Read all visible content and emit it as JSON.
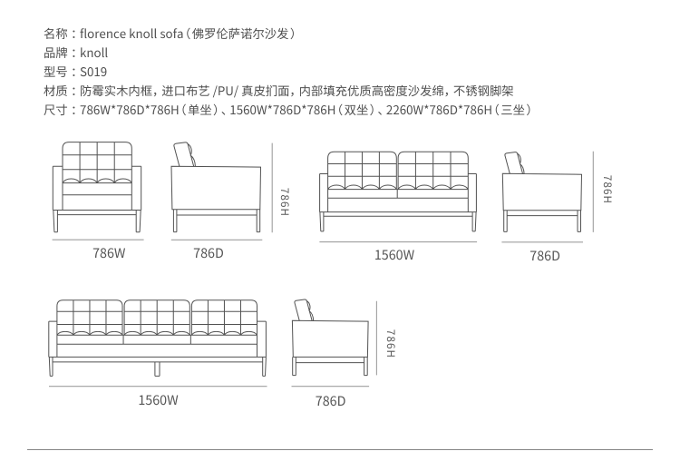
{
  "colors": {
    "background": "#ffffff",
    "spec_text": "#4f4f4f",
    "line_art": "#525252",
    "dimension_line": "#9f9f9f",
    "dimension_text": "#555555",
    "divider": "#858585"
  },
  "spec": {
    "rows": [
      {
        "label": "名称：",
        "value": "florence knoll sofa（佛罗伦萨诺尔沙发）"
      },
      {
        "label": "品牌：",
        "value": "knoll"
      },
      {
        "label": "型号：",
        "value": "S019"
      },
      {
        "label": "材质：",
        "value": "防霉实木内框，进口布艺 /PU/ 真皮扪面，内部填充优质高密度沙发绵，不锈钢脚架"
      },
      {
        "label": "尺寸：",
        "value": "786W*786D*786H（单坐）、1560W*786D*786H（双坐）、2260W*786D*786H（三坐）"
      }
    ]
  },
  "drawings": {
    "single_seat": {
      "front_width": "786W",
      "side_depth": "786D",
      "height": "786H"
    },
    "two_seat": {
      "front_width": "1560W",
      "side_depth": "786D",
      "height": "786H"
    },
    "three_seat": {
      "front_width": "1560W",
      "side_depth": "786D",
      "height": "786H"
    }
  }
}
